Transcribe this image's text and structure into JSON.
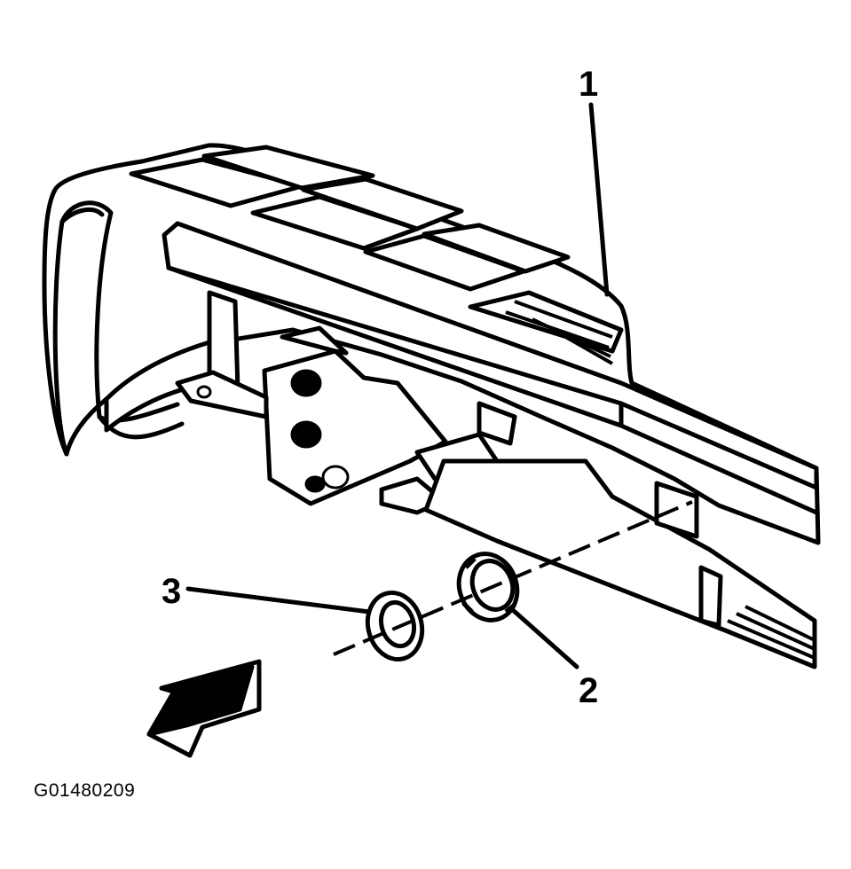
{
  "figure": {
    "callouts": [
      "1",
      "2",
      "3"
    ],
    "figure_id": "G01480209"
  },
  "colors": {
    "line": "#000000",
    "background": "#ffffff"
  }
}
